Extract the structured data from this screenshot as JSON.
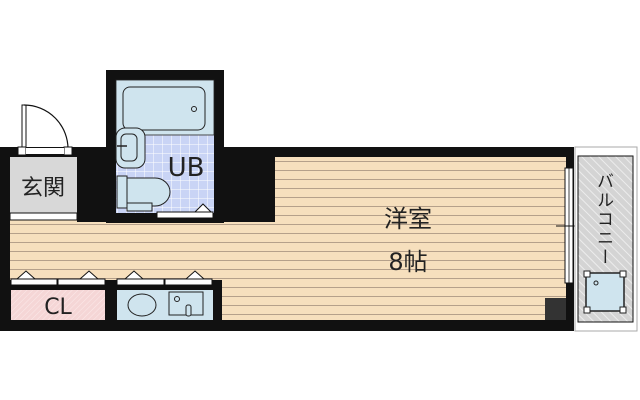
{
  "floorplan": {
    "rooms": {
      "entrance": "玄関",
      "unit_bath": "UB",
      "closet": "CL",
      "western_room": "洋室",
      "western_room_size": "8帖",
      "balcony": "バルコニー"
    },
    "colors": {
      "wall": "#111111",
      "floor_wood": "#f6dfbd",
      "wood_line": "#b5a08a",
      "bath": "#cfe4ee",
      "bath_tile": "#c9d4f5",
      "entrance": "#d8d8d8",
      "closet": "#f5d6d6",
      "balcony": "#d4d4d4"
    }
  }
}
